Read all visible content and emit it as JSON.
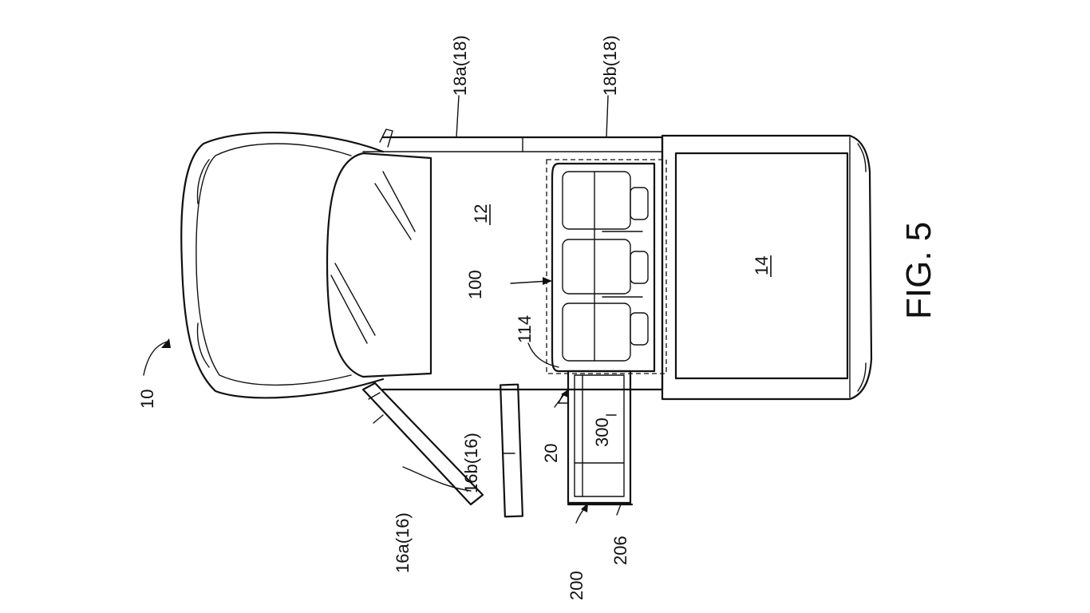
{
  "figure": {
    "caption": "FIG. 5"
  },
  "labels": {
    "vehicle": "10",
    "cab": "12",
    "bed": "14",
    "door_front": "16a(16)",
    "door_rear": "16b(16)",
    "side_front": "18a(18)",
    "side_rear": "18b(18)",
    "assembly": "20",
    "seat_system": "100",
    "seat_part": "114",
    "ramp": "200",
    "ramp_frame": "300",
    "ramp_edge": "206"
  }
}
